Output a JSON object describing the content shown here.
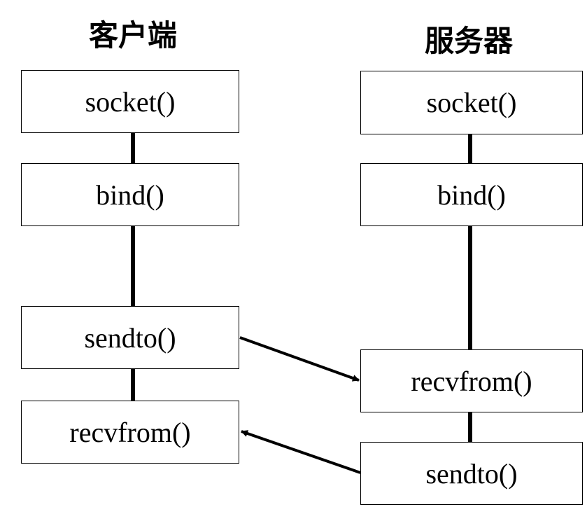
{
  "client": {
    "title": "客户端",
    "steps": [
      "socket()",
      "bind()",
      "sendto()",
      "recvfrom()"
    ]
  },
  "server": {
    "title": "服务器",
    "steps": [
      "socket()",
      "bind()",
      "recvfrom()",
      "sendto()"
    ]
  },
  "colors": {
    "line": "#000000",
    "box_border": "#000000",
    "background": "#ffffff"
  }
}
